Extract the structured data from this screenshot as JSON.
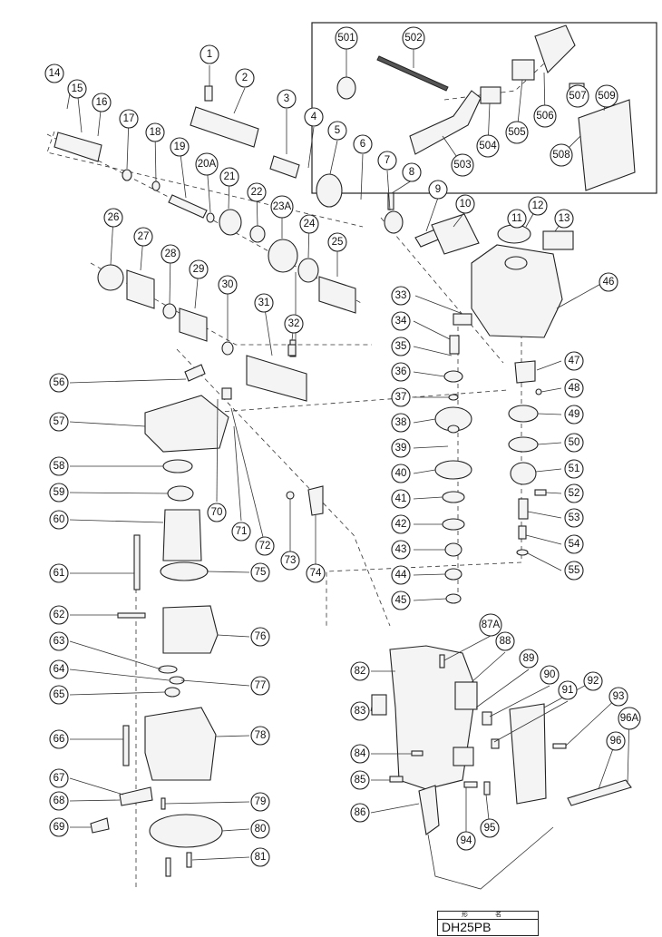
{
  "title_block": {
    "header": "形 名",
    "model": "DH25PB"
  },
  "callouts": [
    "1",
    "2",
    "3",
    "4",
    "5",
    "6",
    "7",
    "8",
    "9",
    "10",
    "11",
    "12",
    "13",
    "14",
    "15",
    "16",
    "17",
    "18",
    "19",
    "20A",
    "21",
    "22",
    "23A",
    "24",
    "25",
    "26",
    "27",
    "28",
    "29",
    "30",
    "31",
    "32",
    "33",
    "34",
    "35",
    "36",
    "37",
    "38",
    "39",
    "40",
    "41",
    "42",
    "43",
    "44",
    "45",
    "46",
    "47",
    "48",
    "49",
    "50",
    "51",
    "52",
    "53",
    "54",
    "55",
    "56",
    "57",
    "58",
    "59",
    "60",
    "61",
    "62",
    "63",
    "64",
    "65",
    "66",
    "67",
    "68",
    "69",
    "70",
    "71",
    "72",
    "73",
    "74",
    "75",
    "76",
    "77",
    "78",
    "79",
    "80",
    "81",
    "82",
    "83",
    "84",
    "85",
    "86",
    "87A",
    "88",
    "89",
    "90",
    "91",
    "92",
    "93",
    "94",
    "95",
    "96",
    "96A",
    "501",
    "502",
    "503",
    "504",
    "505",
    "506",
    "507",
    "508",
    "509"
  ]
}
